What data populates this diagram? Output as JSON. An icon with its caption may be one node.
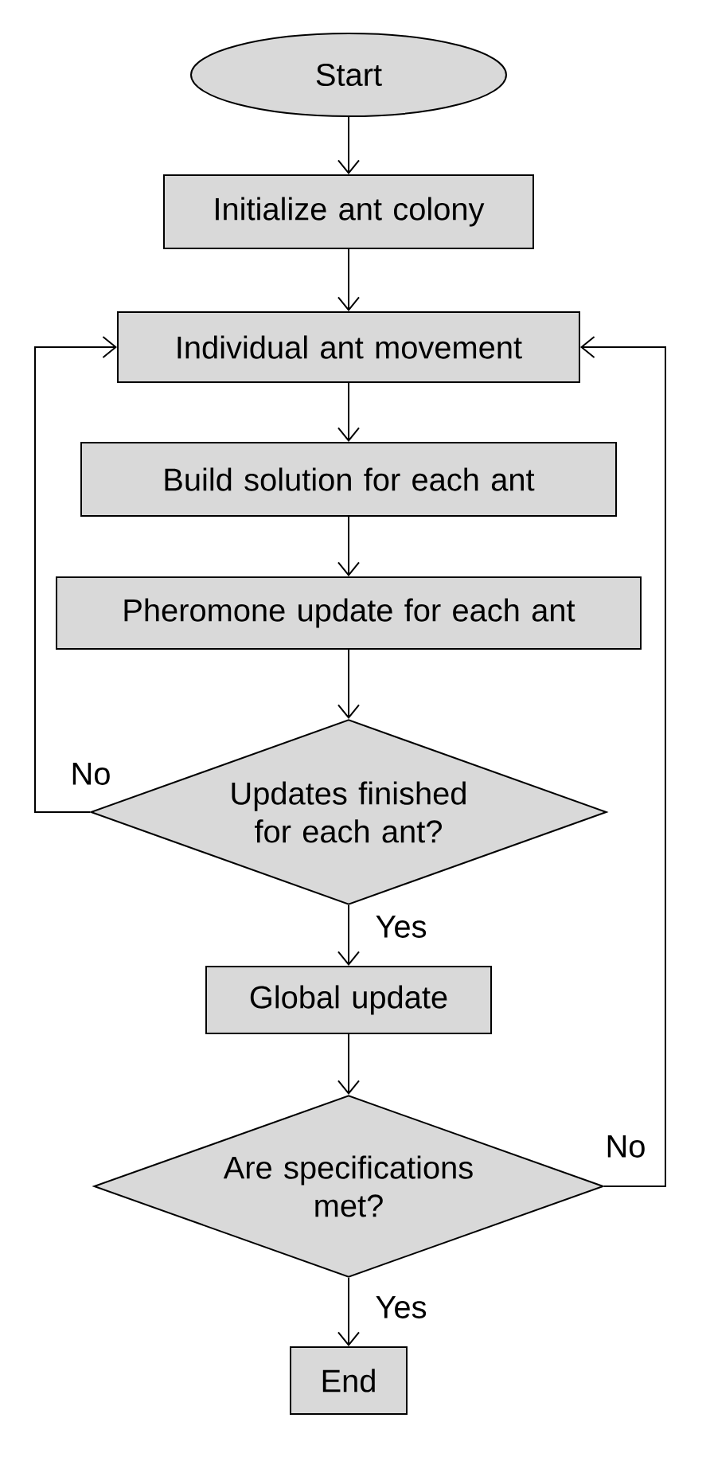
{
  "diagram": {
    "nodes": [
      {
        "text": [
          "Start"
        ]
      },
      {
        "text": [
          "Initialize ant colony"
        ]
      },
      {
        "text": [
          "Individual ant movement"
        ]
      },
      {
        "text": [
          "Build solution for each ant"
        ]
      },
      {
        "text": [
          "Pheromone update for each ant"
        ]
      },
      {
        "text": [
          "Updates finished for each ant?"
        ]
      },
      {
        "text": [
          "Global update"
        ]
      },
      {
        "text": [
          "Are specifications met?"
        ]
      },
      {
        "text": [
          "End"
        ]
      }
    ],
    "edges": [
      {
        "from": 0,
        "to": 1,
        "arrow": "to"
      },
      {
        "from": 1,
        "to": 2,
        "arrow": "to"
      },
      {
        "from": 2,
        "to": 3,
        "arrow": "to"
      },
      {
        "from": 3,
        "to": 4,
        "arrow": "to"
      },
      {
        "from": 4,
        "to": 5,
        "arrow": "to"
      },
      {
        "from": 5,
        "to": 6,
        "arrow": "to",
        "label": "Yes"
      },
      {
        "from": 6,
        "to": 7,
        "arrow": "to"
      },
      {
        "from": 7,
        "to": 8,
        "arrow": "to",
        "label": "Yes"
      },
      {
        "from": 5,
        "to": 2,
        "arrow": "to",
        "label": "No"
      },
      {
        "from": 7,
        "to": 2,
        "arrow": "to",
        "label": "No"
      }
    ]
  }
}
